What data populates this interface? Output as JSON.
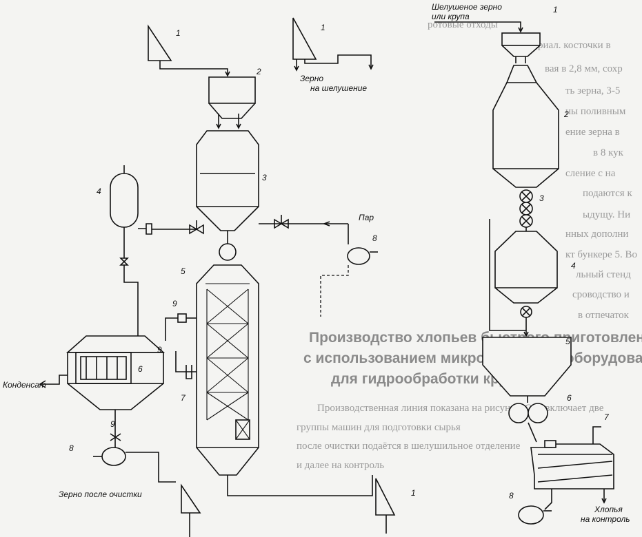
{
  "background_text": {
    "right_column": [
      "ротовые отходы",
      "риал. косточки в",
      "вая в 2,8 мм, сохр",
      "ть зерна, 3-5",
      "ны поливным",
      "ение зерна в",
      "в 8 кук",
      "сление с на",
      "подаются к",
      "ыдущу. Ни",
      "нных дополни",
      "кт бункере 5. Во",
      "льный стенд",
      "сроводство и",
      "в отпечаток"
    ],
    "section_heading_lines": [
      "Производство хлопьев быстрого приготовления",
      "с использованием микроволнового оборудования",
      "для гидрообработки крупы"
    ],
    "lower_text": [
      "Производственная линия показана на рисунке. Она включает две",
      "группы машин для подготовки сырья",
      "после очистки подаётся в шелушильное отделение",
      "и далее на контроль"
    ]
  },
  "diagram_left": {
    "labels": {
      "grain_to_hulling": "Зерно\nна шелушение",
      "steam": "Пар",
      "condensate": "Конденсат",
      "grain_after_cleaning": "Зерно после очистки"
    },
    "numbers": [
      "1",
      "1",
      "1",
      "2",
      "3",
      "4",
      "5",
      "6",
      "7",
      "8",
      "8",
      "9",
      "9",
      "9"
    ]
  },
  "diagram_right": {
    "labels": {
      "input": "Шелушеное зерно\nили крупа",
      "output": "Хлопья\nна контроль"
    },
    "numbers": [
      "1",
      "2",
      "3",
      "4",
      "5",
      "6",
      "7",
      "8"
    ]
  }
}
